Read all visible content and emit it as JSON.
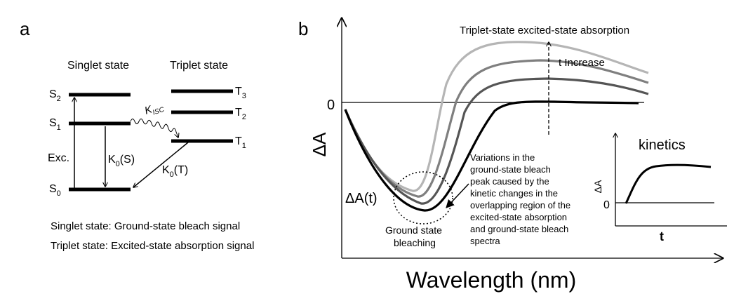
{
  "panel_a": {
    "label": "a",
    "singlet_title": "Singlet state",
    "triplet_title": "Triplet state",
    "levels": {
      "s2": {
        "main": "S",
        "sub": "2"
      },
      "s1": {
        "main": "S",
        "sub": "1"
      },
      "s0": {
        "main": "S",
        "sub": "0"
      },
      "t3": {
        "main": "T",
        "sub": "3"
      },
      "t2": {
        "main": "T",
        "sub": "2"
      },
      "t1": {
        "main": "T",
        "sub": "1"
      }
    },
    "isc": {
      "main": "K",
      "sub": "ISC"
    },
    "exc_label": "Exc.",
    "k0s": {
      "main": "K",
      "sub": "0",
      "rest": "(S)"
    },
    "k0t": {
      "main": "K",
      "sub": "0",
      "rest": "(T)"
    },
    "caption_singlet": "Singlet state: Ground-state bleach signal",
    "caption_triplet": "Triplet state: Excited-state absorption signal"
  },
  "panel_b": {
    "label": "b",
    "top_title": "Triplet-state excited-state absorption",
    "t_increase": "t Increase",
    "zero": "0",
    "ylabel": "ΔA",
    "xlabel": "Wavelength (nm)",
    "delta_a_t": "ΔA(t)",
    "ground_state": [
      "Ground state",
      "bleaching"
    ],
    "variation_note": [
      "Variations in the",
      "ground-state bleach",
      "peak caused by the",
      "kinetic changes in the",
      "overlapping region of the",
      "excited-state absorption",
      "and ground-state bleach",
      "spectra"
    ],
    "curve_colors": [
      "#000000",
      "#555555",
      "#7f7f7f",
      "#b5b5b5"
    ],
    "inset": {
      "title": "kinetics",
      "ylabel": "ΔA",
      "zero": "0",
      "xlabel": "t"
    }
  }
}
